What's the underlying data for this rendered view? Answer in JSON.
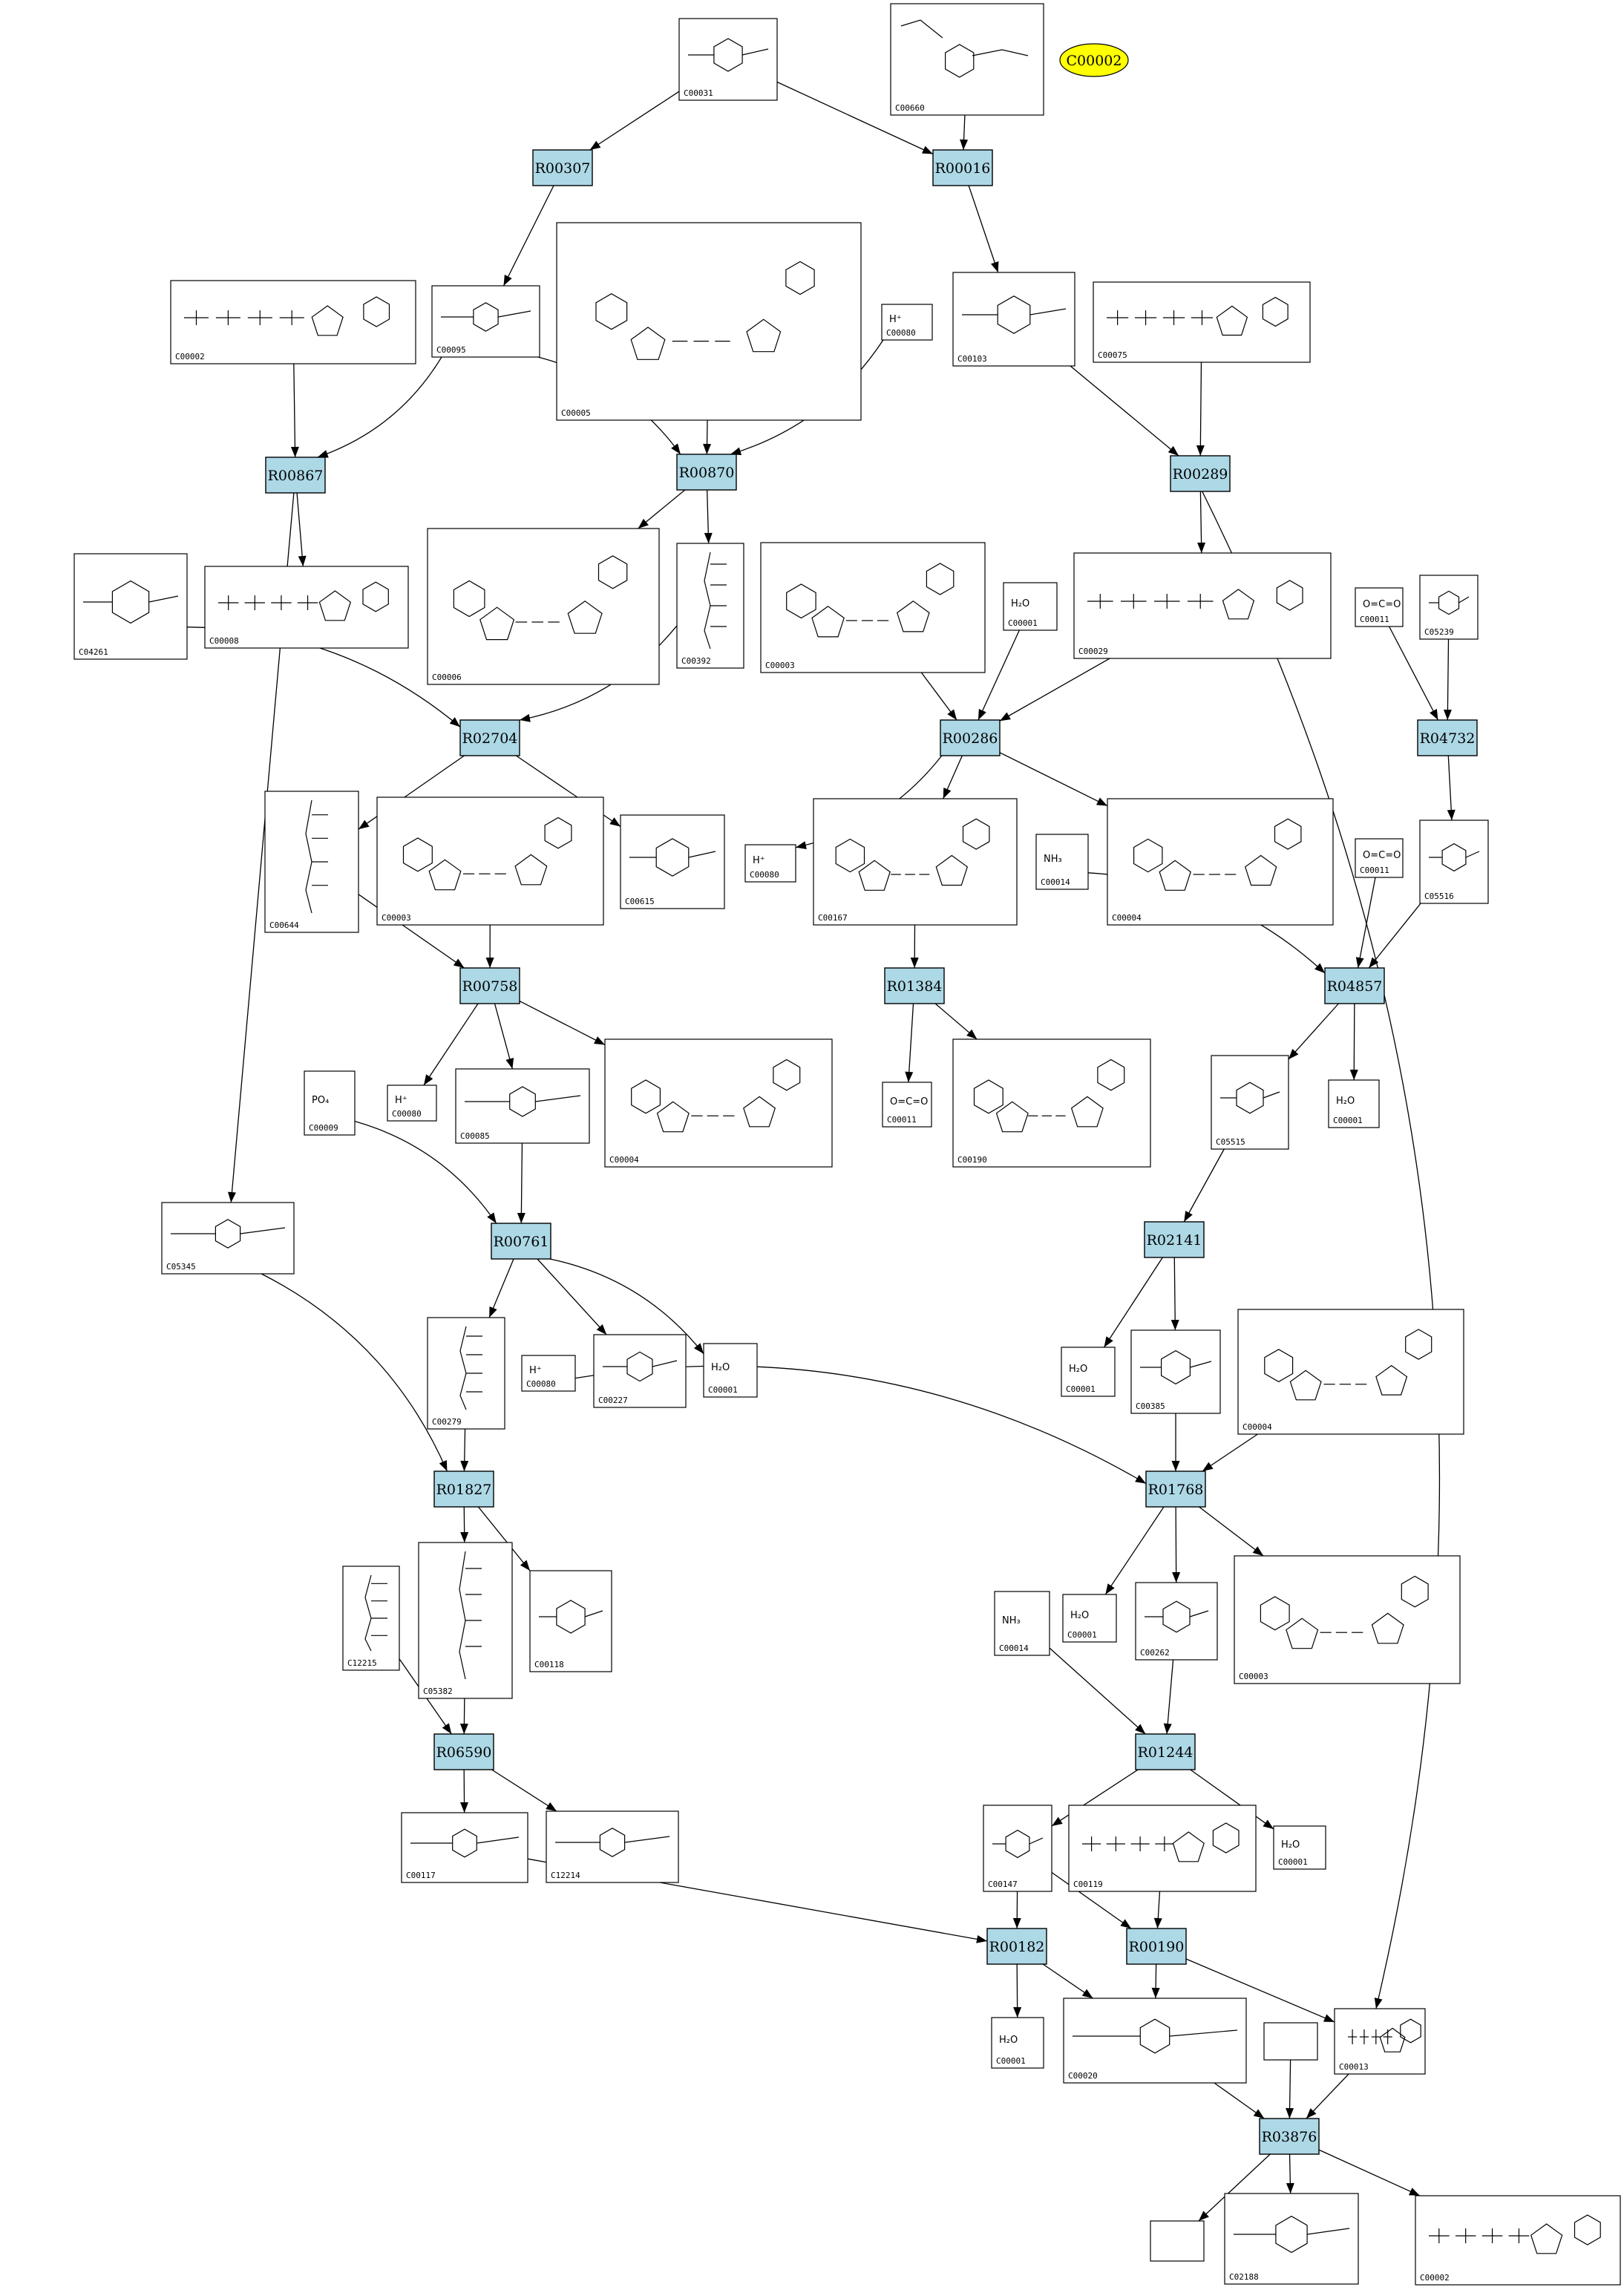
{
  "highlight": {
    "id": "C00002"
  },
  "reactions": [
    "R00307",
    "R00016",
    "R00867",
    "R00870",
    "R00289",
    "R02704",
    "R00286",
    "R04732",
    "R00758",
    "R01384",
    "R04857",
    "R00761",
    "R02141",
    "R01827",
    "R01768",
    "R06590",
    "R01244",
    "R00182",
    "R00190",
    "R03876"
  ],
  "compounds": [
    "C00031",
    "C00660",
    "C00002",
    "C00095",
    "C00005",
    "C00080",
    "C00103",
    "C00075",
    "C04261",
    "C00008",
    "C00006",
    "C00392",
    "C00003",
    "C00001",
    "C00029",
    "C00011",
    "C05239",
    "C00644",
    "C00615",
    "C00167",
    "C00014",
    "C00004",
    "C05516",
    "C00009",
    "C00085",
    "C05345",
    "C00190",
    "C05515",
    "C00279",
    "C00227",
    "C00385",
    "C12215",
    "C05382",
    "C00118",
    "C00262",
    "C00117",
    "C12214",
    "C00147",
    "C00119",
    "C00020",
    "C00013",
    "C02188"
  ]
}
